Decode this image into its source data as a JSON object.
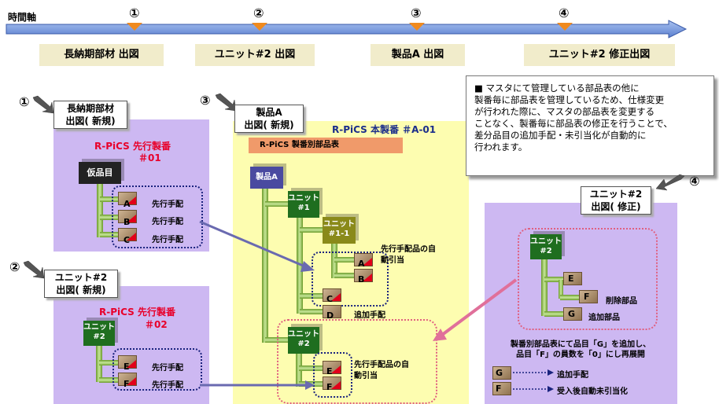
{
  "timeline": {
    "axis_label": "時間軸",
    "markers": [
      {
        "num": "①",
        "label": "長納期部材 出図"
      },
      {
        "num": "②",
        "label": "ユニット#2 出図"
      },
      {
        "num": "③",
        "label": "製品A 出図"
      },
      {
        "num": "④",
        "label": "ユニット#2 修正出図"
      }
    ]
  },
  "s1": {
    "num": "①",
    "callout": [
      "長納期部材",
      "出図( 新規)"
    ],
    "title1": "R-PiCS 先行製番",
    "title2": "＃01",
    "root": "仮品目",
    "parts": [
      "A",
      "B",
      "C"
    ],
    "part_note": "先行手配"
  },
  "s2": {
    "num": "②",
    "callout": [
      "ユニット#2",
      "出図( 新規)"
    ],
    "title1": "R-PiCS 先行製番",
    "title2": "＃02",
    "root": [
      "ユニット",
      "#2"
    ],
    "parts": [
      "E",
      "F"
    ],
    "part_note": "先行手配"
  },
  "s3": {
    "num": "③",
    "callout": [
      "製品A",
      "出図( 新規)"
    ],
    "title": "R-PiCS 本製番 ＃A-01",
    "bom_label": "R-PiCS 製番別部品表",
    "root": "製品A",
    "unit1": [
      "ユニット",
      "#1"
    ],
    "unit11": [
      "ユニット",
      "#1-1"
    ],
    "unit2": [
      "ユニット",
      "#2"
    ],
    "parts_ab": [
      "A",
      "B"
    ],
    "parts_cd": [
      "C",
      "D"
    ],
    "parts_ef": [
      "E",
      "F"
    ],
    "auto_note1": [
      "先行手配品の自",
      "動引当"
    ],
    "add_note": "追加手配",
    "auto_note2": [
      "先行手配品の自",
      "動引当"
    ]
  },
  "s4": {
    "num": "④",
    "callout": [
      "ユニット#2",
      "出図( 修正)"
    ],
    "root": [
      "ユニット",
      "#2"
    ],
    "parts": [
      "E",
      "F",
      "G"
    ],
    "delete_label": "削除部品",
    "add_label": "追加部品",
    "desc": [
      "製番別部品表にて品目「G」を追加し、",
      "品目「F」の員数を「0」にし再展開"
    ],
    "legend": [
      {
        "part": "G",
        "label": "追加手配"
      },
      {
        "part": "F",
        "label": "受入後自動未引当化"
      }
    ]
  },
  "note": {
    "bullet": "■",
    "lines": [
      "マスタにて管理している部品表の他に",
      "製番毎に部品表を管理しているため、仕様変更",
      "が行われた際に、マスタの部品表を変更する",
      "ことなく、製番毎に部品表の修正を行うことで、",
      "差分品目の追加手配・未引当化が自動的に",
      "行われます。"
    ]
  },
  "colors": {
    "timeline": "#6b8fd6",
    "marker": "#f08a1e",
    "panel": "#cdb8f2",
    "yellow_panel": "#fdfdb0",
    "bom_label": "#f09a6a",
    "red_title": "#e8002a",
    "navy_title": "#1a2d8a",
    "unit_green": "#1f6e1f",
    "unit_olive": "#8a8a1a",
    "product_purple": "#4a4aa0",
    "arrow_pink": "#e0709a",
    "arrow_purple": "#6a6ab0"
  }
}
